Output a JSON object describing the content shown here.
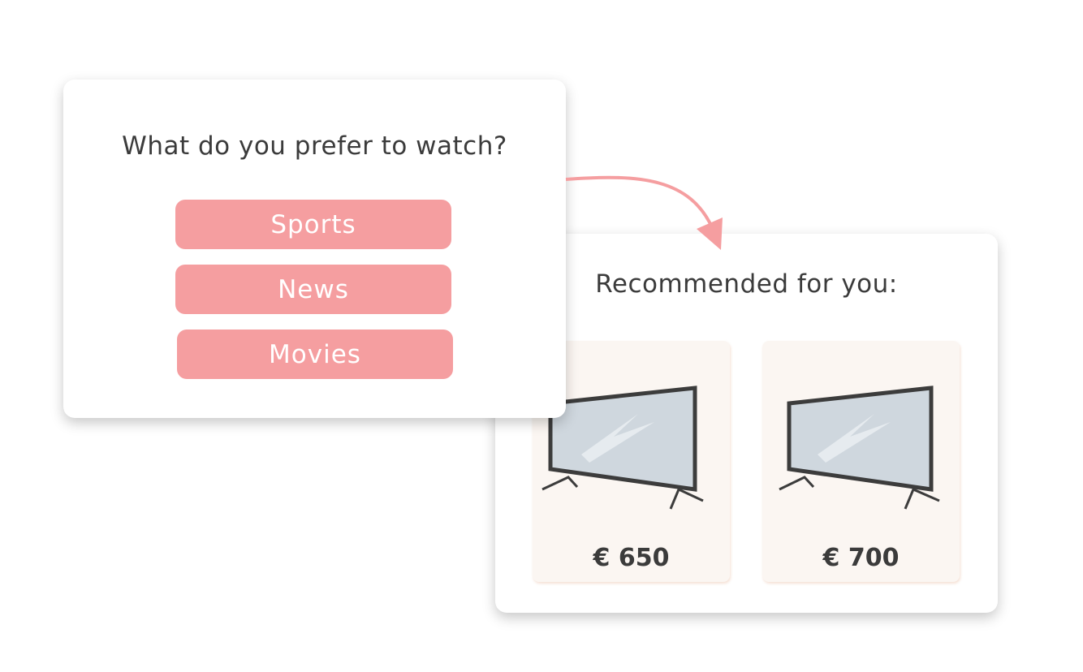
{
  "quiz": {
    "question": "What do you prefer to watch?",
    "options": [
      "Sports",
      "News",
      "Movies"
    ]
  },
  "recommendations": {
    "title": "Recommended for you:",
    "products": [
      {
        "price": "€ 650",
        "icon": "tv-icon"
      },
      {
        "price": "€ 700",
        "icon": "tv-icon"
      }
    ]
  },
  "colors": {
    "accent": "#f59ea0",
    "text": "#3b3b3b",
    "product_bg": "#fbf6f2"
  }
}
